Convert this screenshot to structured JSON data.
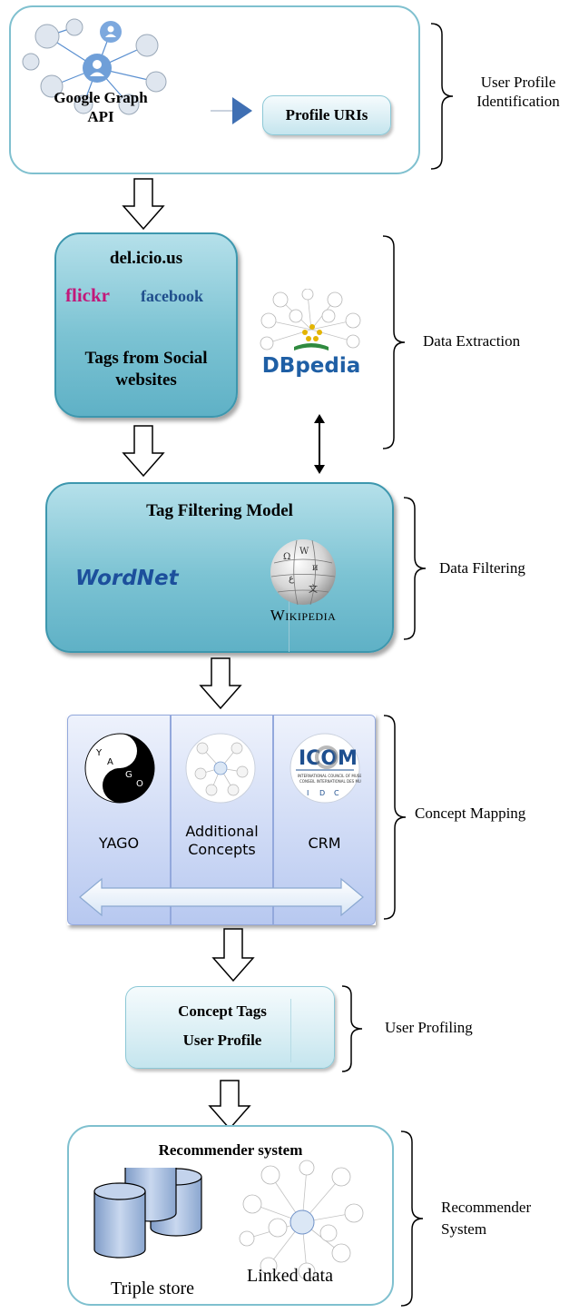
{
  "stage1": {
    "google_graph": "Google Graph API",
    "profile_uris": "Profile URIs",
    "bracket_label": "User Profile Identification"
  },
  "stage2": {
    "delicious": "del.icio.us",
    "flickr": "flickr",
    "facebook": "facebook",
    "tags": "Tags from Social websites",
    "dbpedia": "DBpedia",
    "bracket_label": "Data Extraction"
  },
  "stage3": {
    "title": "Tag Filtering Model",
    "wordnet": "WordNet",
    "wikipedia": "Wikipedia",
    "bracket_label": "Data Filtering"
  },
  "stage4": {
    "yago": "YAGO",
    "additional": "Additional Concepts",
    "crm": "CRM",
    "bracket_label": "Concept Mapping"
  },
  "stage5": {
    "concept_tags": "Concept Tags",
    "user_profile": "User Profile",
    "bracket_label": "User Profiling"
  },
  "stage6": {
    "title": "Recommender system",
    "triple_store": "Triple store",
    "linked_data": "Linked data",
    "bracket_label": "Recommender System"
  },
  "colors": {
    "flickr": "#c2187a",
    "facebook": "#1f4e8c",
    "wordnet": "#1c4f9c"
  }
}
